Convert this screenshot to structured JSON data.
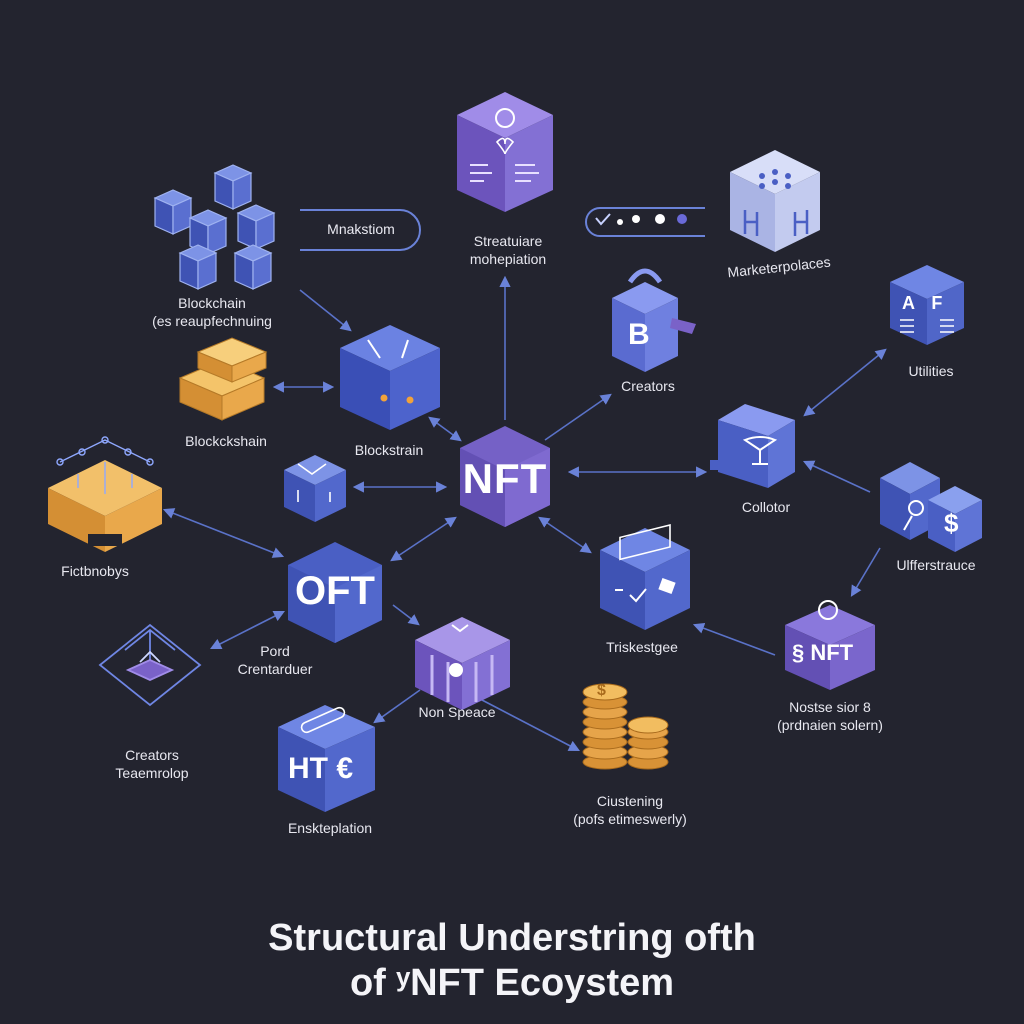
{
  "title": {
    "line1": "Structural Understring ofth",
    "line2": "of ʸNFT Ecoystem"
  },
  "colors": {
    "background": "#23242f",
    "blue": "#4a5fc4",
    "purple": "#7a62c8",
    "gold": "#e4a64a",
    "arrow": "#5a72c8"
  },
  "nodes": {
    "center": {
      "text": "NFT"
    },
    "oft": {
      "text": "OFT"
    },
    "blockchain_cluster": {
      "line1": "Blockchain",
      "line2": "(es reaupfechnuing"
    },
    "blockchain_gold": {
      "label": "Blockckshain"
    },
    "blockchain_main": {
      "label": "Blockstrain"
    },
    "mnakstiom": {
      "label": "Mnakstiom"
    },
    "creator_top": {
      "line1": "Streatuiare",
      "line2": "mohepiation"
    },
    "marketplaces": {
      "label": "Marketerpolaces"
    },
    "creators": {
      "label": "Creators",
      "glyph": "B"
    },
    "utilities": {
      "label": "Utilities",
      "glyph": "A F"
    },
    "collotor": {
      "label": "Collotor"
    },
    "ulfferstrauce": {
      "label": "Ulfferstrauce",
      "glyph": "$"
    },
    "fictbnobys": {
      "label": "Fictbnobys"
    },
    "pord": {
      "line1": "Pord",
      "line2": "Crentarduer"
    },
    "triskestgee": {
      "label": "Triskestgee"
    },
    "nfts": {
      "line1": "Nostse sior 8",
      "line2": "(prdnaien solern)",
      "glyph": "§ NFT"
    },
    "non_speace": {
      "label": "Non Speace"
    },
    "creators_tech": {
      "line1": "Creators",
      "line2": "Teaemrolop"
    },
    "enskt": {
      "label": "Enskteplation",
      "glyph": "HT €"
    },
    "clustenimg": {
      "line1": "Ciustening",
      "line2": "(pofs etimeswerly)",
      "glyph": "$"
    }
  },
  "pill_icons": [
    "check-icon",
    "dot-icon",
    "dot-icon",
    "dot-icon",
    "dot-icon"
  ]
}
